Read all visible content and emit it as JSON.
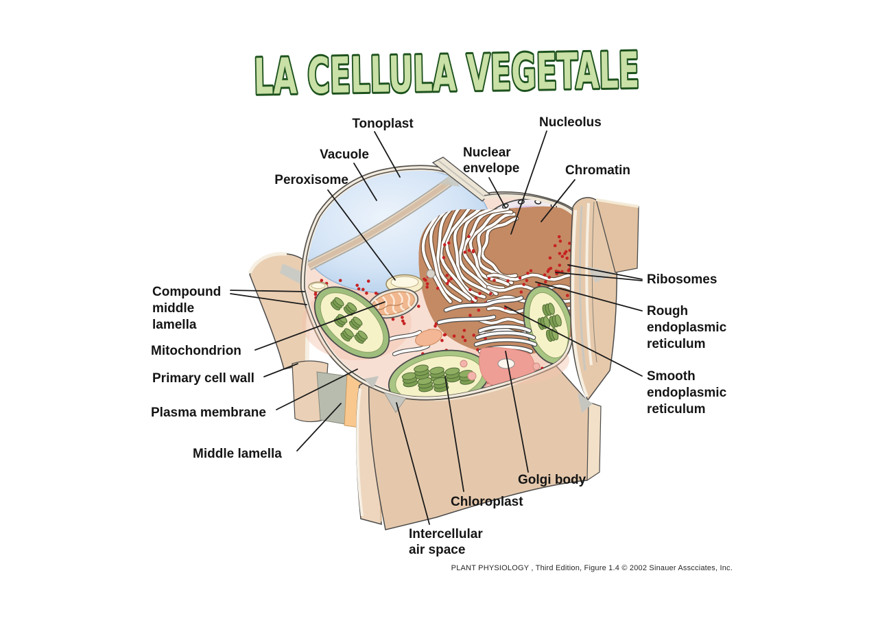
{
  "title": "LA CELLULA VEGETALE",
  "credit": "PLANT PHYSIOLOGY , Third Edition, Figure 1.4  © 2002 Sinauer Asscciates, Inc.",
  "labels": {
    "tonoplast": "Tonoplast",
    "vacuole": "Vacuole",
    "peroxisome": "Peroxisome",
    "nuclear_envelope": [
      "Nuclear",
      "envelope"
    ],
    "nucleolus": "Nucleolus",
    "chromatin": "Chromatin",
    "ribosomes": "Ribosomes",
    "rough_er": [
      "Rough",
      "endoplasmic",
      "reticulum"
    ],
    "smooth_er": [
      "Smooth",
      "endoplasmic",
      "reticulum"
    ],
    "compound_middle_lamella": [
      "Compound",
      "middle",
      "lamella"
    ],
    "mitochondrion": "Mitochondrion",
    "primary_cell_wall": "Primary cell wall",
    "plasma_membrane": "Plasma membrane",
    "middle_lamella": "Middle lamella",
    "golgi_body": "Golgi body",
    "chloroplast": "Chloroplast",
    "intercellular_air_space": [
      "Intercellular",
      "air space"
    ]
  },
  "colors": {
    "title_fill": "#c9e0a6",
    "title_stroke": "#1d521d",
    "label_text": "#151515",
    "cell_wall": "#e5c8ac",
    "cytoplasm": "#f8dfd3",
    "vacuole": "#cfe2f6",
    "nucleus": "#d9bfe3",
    "chromatin": "#a873c0",
    "er": "#c48a64",
    "chloroplast_stroma": "#f6f2c8",
    "chloroplast_grana": "#7d9e52",
    "mitochondrion": "#f1b78f",
    "golgi": "#ef9e95",
    "ribosome_dot": "#c62222"
  }
}
